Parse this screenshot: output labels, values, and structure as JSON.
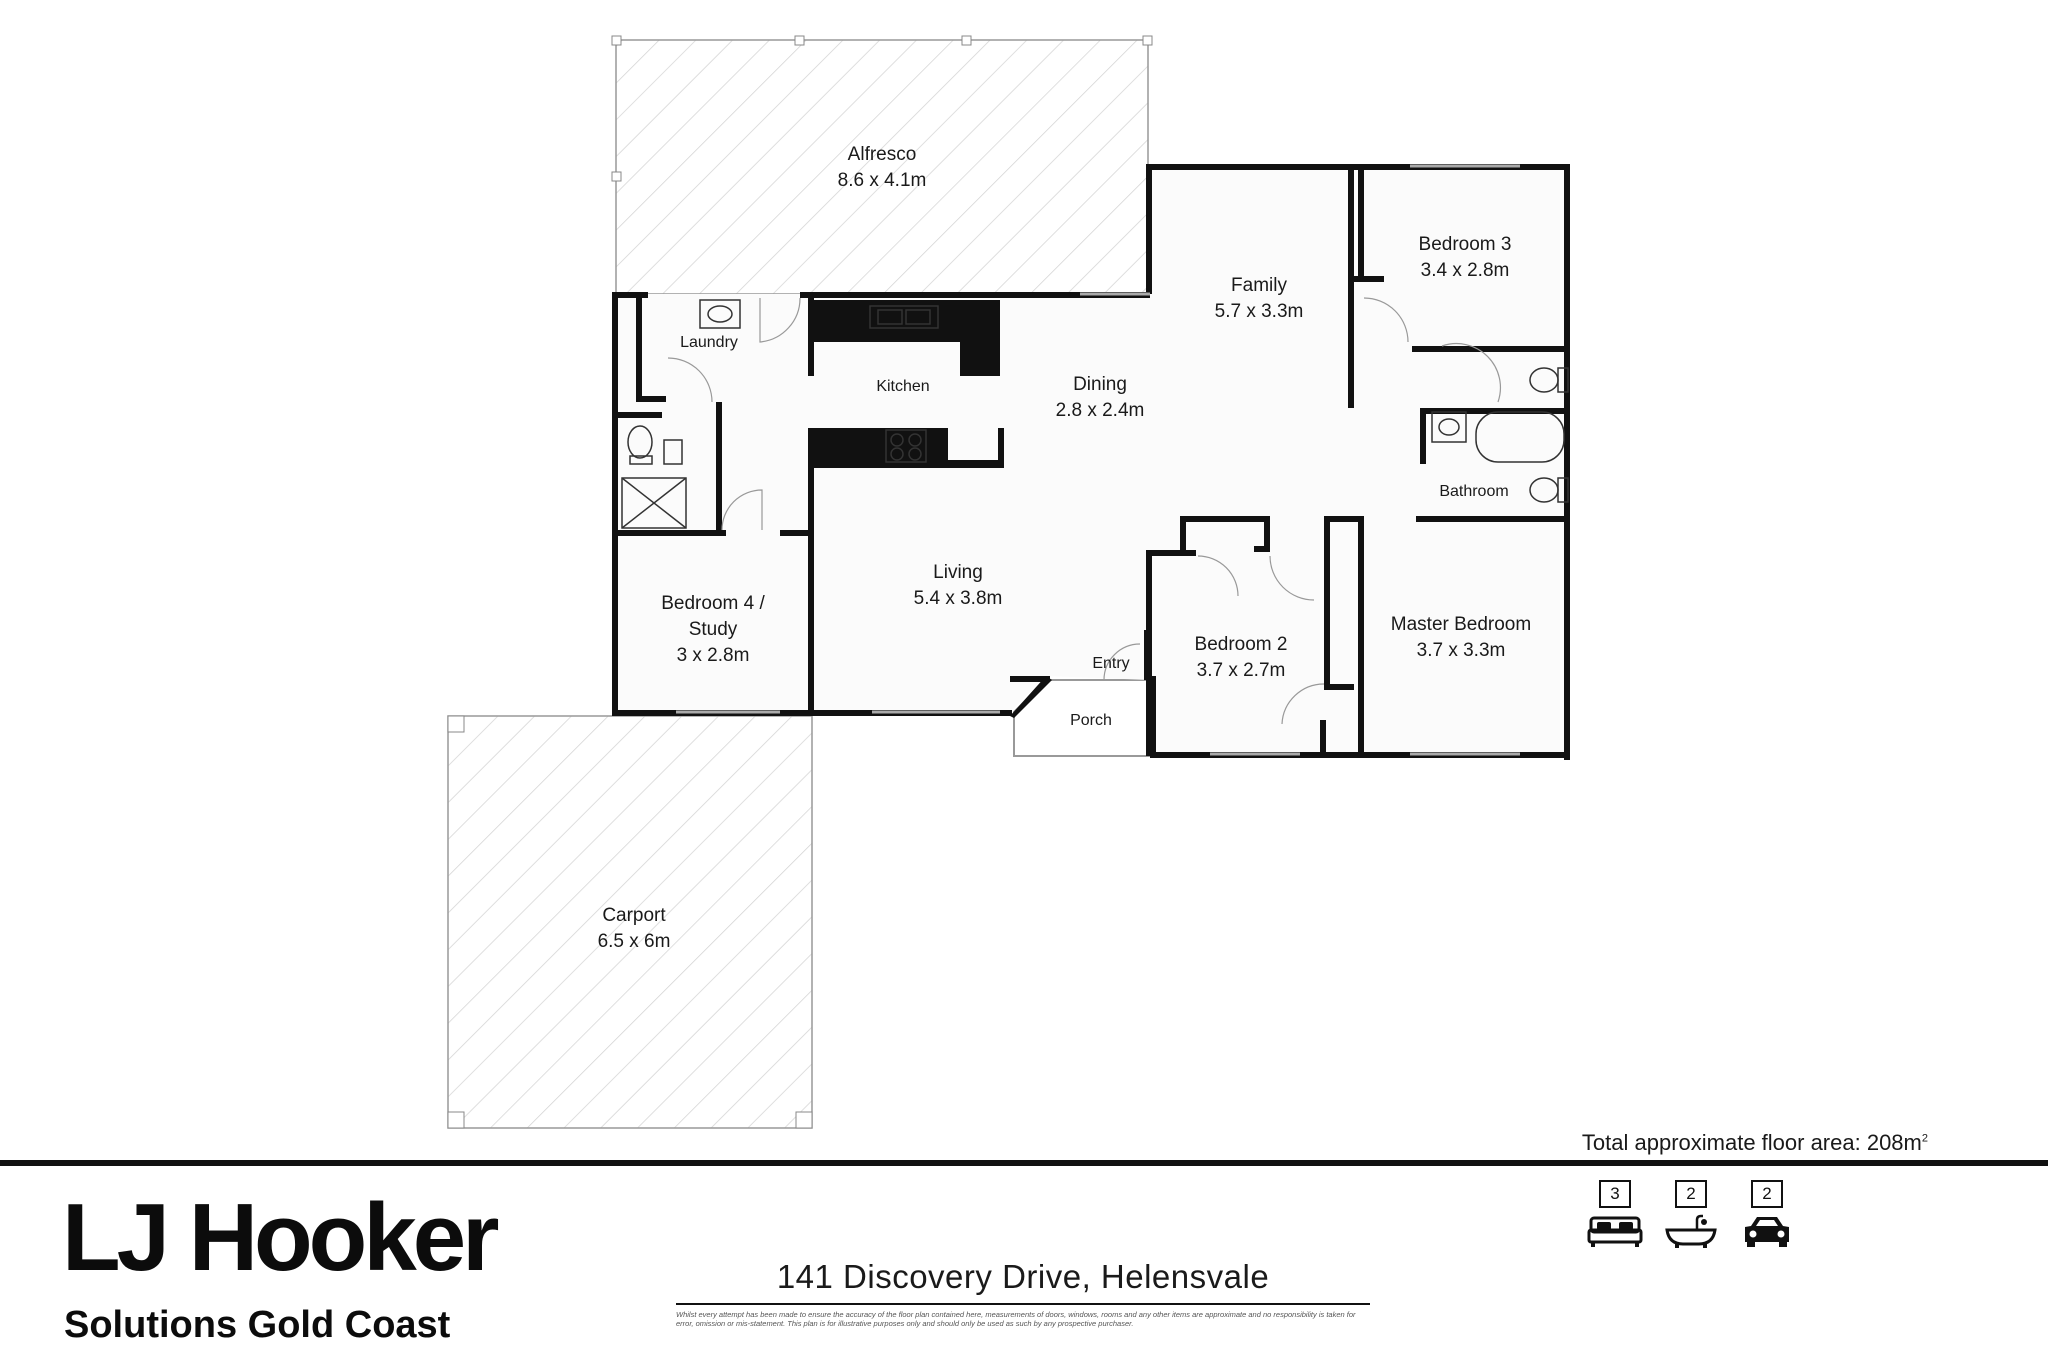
{
  "rooms": {
    "alfresco": {
      "name": "Alfresco",
      "dims": "8.6 x 4.1m"
    },
    "family": {
      "name": "Family",
      "dims": "5.7 x 3.3m"
    },
    "bedroom3": {
      "name": "Bedroom 3",
      "dims": "3.4 x 2.8m"
    },
    "laundry": {
      "name": "Laundry"
    },
    "kitchen": {
      "name": "Kitchen"
    },
    "dining": {
      "name": "Dining",
      "dims": "2.8 x 2.4m"
    },
    "bathroom": {
      "name": "Bathroom"
    },
    "living": {
      "name": "Living",
      "dims": "5.4 x 3.8m"
    },
    "bedroom4": {
      "name_line1": "Bedroom 4 /",
      "name_line2": "Study",
      "dims": "3 x 2.8m"
    },
    "bedroom2": {
      "name": "Bedroom 2",
      "dims": "3.7 x 2.7m"
    },
    "master": {
      "name": "Master Bedroom",
      "dims": "3.7 x 3.3m"
    },
    "entry": {
      "name": "Entry"
    },
    "porch": {
      "name": "Porch"
    },
    "carport": {
      "name": "Carport",
      "dims": "6.5 x 6m"
    }
  },
  "footer": {
    "area_label": "Total approximate floor area: 208m",
    "area_sup": "2",
    "brand_main": "LJ Hooker",
    "brand_sub": "Solutions Gold Coast",
    "address": "141 Discovery Drive, Helensvale",
    "disclaimer": "Whilst every attempt has been made to ensure the accuracy of the floor plan contained here, measurements of doors, windows, rooms and any other items are approximate and no responsibility is taken for error, omission or mis-statement. This plan is for illustrative purposes only and should only be used as such by any prospective purchaser."
  },
  "features": {
    "bedrooms": {
      "count": "3",
      "icon": "bed-icon"
    },
    "bathrooms": {
      "count": "2",
      "icon": "bathtub-icon"
    },
    "cars": {
      "count": "2",
      "icon": "car-icon"
    }
  }
}
